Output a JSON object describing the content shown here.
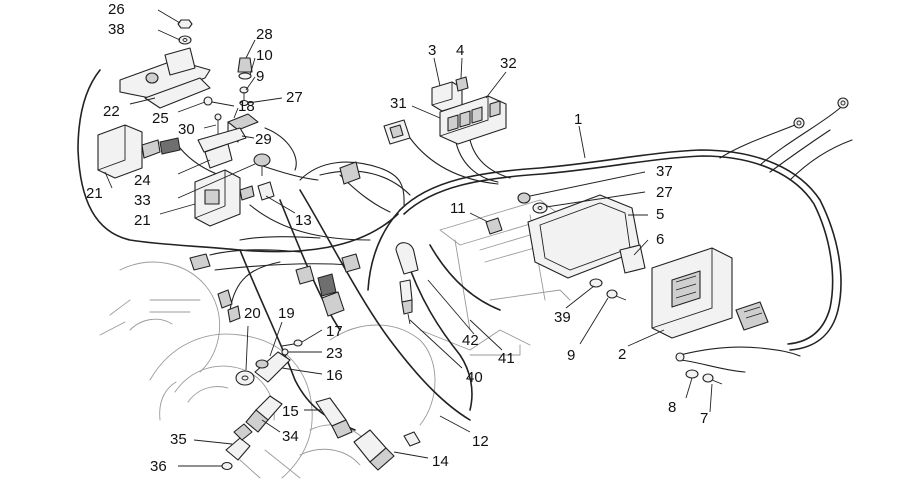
{
  "callouts": [
    {
      "id": "c1",
      "text": "1"
    },
    {
      "id": "c2",
      "text": "2"
    },
    {
      "id": "c3",
      "text": "3"
    },
    {
      "id": "c4",
      "text": "4"
    },
    {
      "id": "c5",
      "text": "5"
    },
    {
      "id": "c6",
      "text": "6"
    },
    {
      "id": "c7",
      "text": "7"
    },
    {
      "id": "c8",
      "text": "8"
    },
    {
      "id": "c9a",
      "text": "9"
    },
    {
      "id": "c9b",
      "text": "9"
    },
    {
      "id": "c10",
      "text": "10"
    },
    {
      "id": "c11",
      "text": "11"
    },
    {
      "id": "c12",
      "text": "12"
    },
    {
      "id": "c13",
      "text": "13"
    },
    {
      "id": "c14",
      "text": "14"
    },
    {
      "id": "c15",
      "text": "15"
    },
    {
      "id": "c16",
      "text": "16"
    },
    {
      "id": "c17",
      "text": "17"
    },
    {
      "id": "c18",
      "text": "18"
    },
    {
      "id": "c19",
      "text": "19"
    },
    {
      "id": "c20",
      "text": "20"
    },
    {
      "id": "c21a",
      "text": "21"
    },
    {
      "id": "c21b",
      "text": "21"
    },
    {
      "id": "c22",
      "text": "22"
    },
    {
      "id": "c23",
      "text": "23"
    },
    {
      "id": "c24",
      "text": "24"
    },
    {
      "id": "c25",
      "text": "25"
    },
    {
      "id": "c26",
      "text": "26"
    },
    {
      "id": "c27a",
      "text": "27"
    },
    {
      "id": "c27b",
      "text": "27"
    },
    {
      "id": "c28",
      "text": "28"
    },
    {
      "id": "c29",
      "text": "29"
    },
    {
      "id": "c30",
      "text": "30"
    },
    {
      "id": "c31",
      "text": "31"
    },
    {
      "id": "c32",
      "text": "32"
    },
    {
      "id": "c33",
      "text": "33"
    },
    {
      "id": "c34",
      "text": "34"
    },
    {
      "id": "c35",
      "text": "35"
    },
    {
      "id": "c36",
      "text": "36"
    },
    {
      "id": "c37",
      "text": "37"
    },
    {
      "id": "c38",
      "text": "38"
    },
    {
      "id": "c39",
      "text": "39"
    },
    {
      "id": "c40",
      "text": "40"
    },
    {
      "id": "c41",
      "text": "41"
    },
    {
      "id": "c42",
      "text": "42"
    }
  ]
}
